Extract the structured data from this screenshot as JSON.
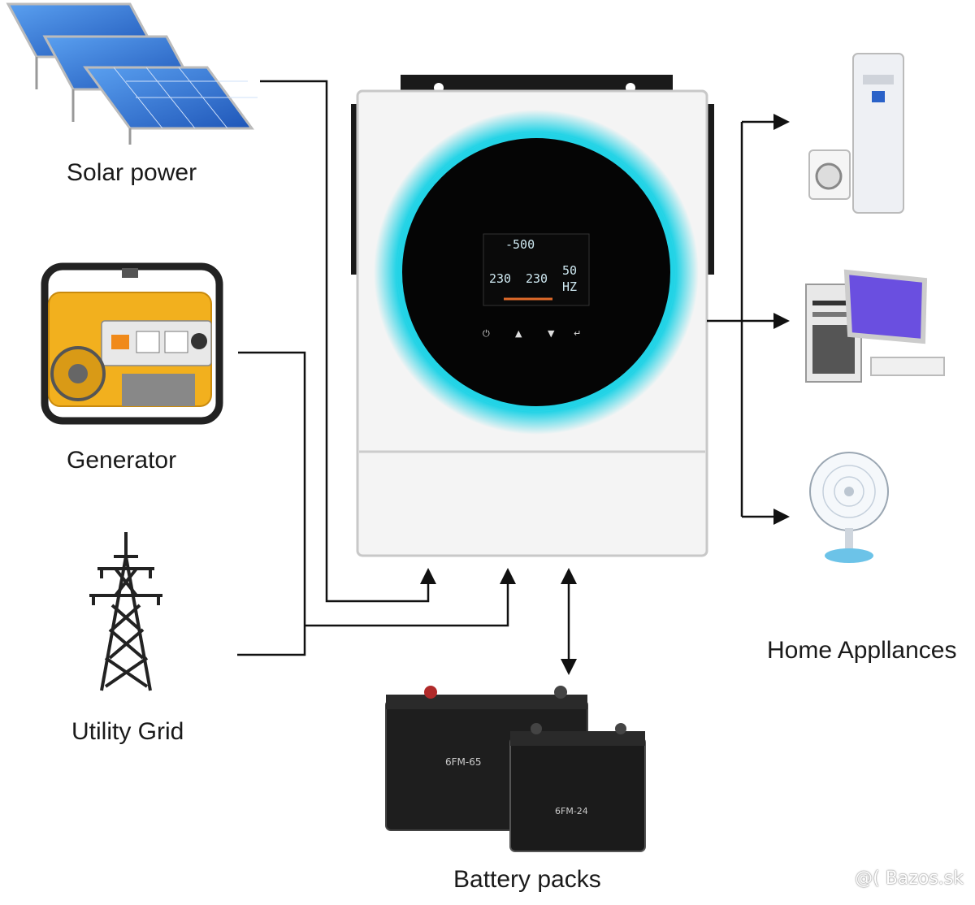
{
  "labels": {
    "solar": "Solar power",
    "generator": "Generator",
    "utility_grid": "Utility Grid",
    "home_appliances": "Home Appllances",
    "battery_packs": "Battery packs"
  },
  "inverter": {
    "lcd_values": [
      "-500",
      "230",
      "230",
      "50",
      "HZ"
    ],
    "ring_color": "#22d3e6"
  },
  "batteries": {
    "large_model": "6FM-65",
    "small_model": "6FM-24"
  },
  "watermark": "@( Bazos.sk",
  "colors": {
    "line": "#111111",
    "panel": "#2f6fd1",
    "generator": "#f2b01e"
  }
}
